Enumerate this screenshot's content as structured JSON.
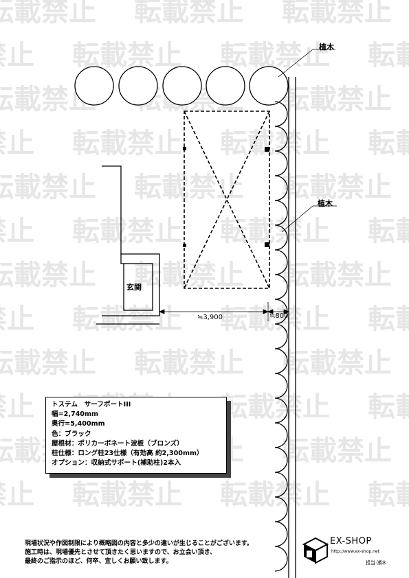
{
  "watermark": {
    "text": "転載禁止"
  },
  "labels": {
    "tree_top": "植木",
    "tree_side": "植木",
    "entrance": "玄関",
    "dim_width": "≒3,900",
    "dim_side": "≒800"
  },
  "spec": {
    "lines": [
      "トステム　サーフポートIII",
      "幅=2,740mm",
      "奥行=5,400mm",
      "色：ブラック",
      "屋根材：ポリカーボネート波板（ブロンズ）",
      "柱仕様：ロング柱23仕様（有効高 約2,300mm）",
      "オプション：収納式サポート(補助柱)2本入"
    ]
  },
  "notes": {
    "lines": [
      "現場状況や作図制限により概略図の内容と多少の違いが生じることがございます。",
      "施工時は、現場優先とさせて頂きたく思いますので、お立会い頂き、",
      "最終のご指示のほど、何卒、宜しくお願い致します。"
    ]
  },
  "logo": {
    "brand": "EX-SHOP",
    "url": "http://www.ex-shop.net",
    "staff": "担当:瀬木"
  }
}
